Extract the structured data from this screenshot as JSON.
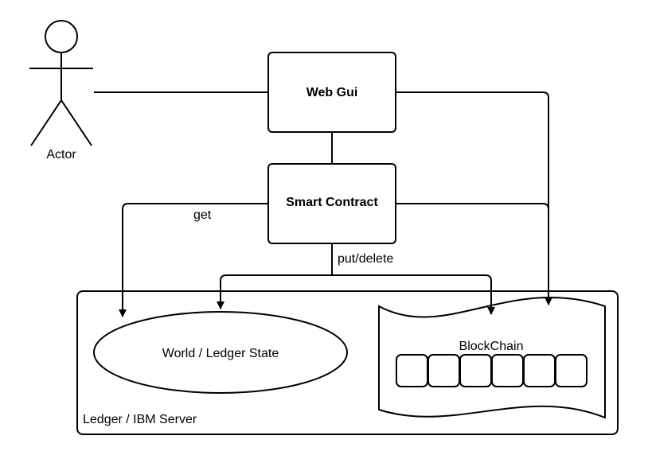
{
  "colors": {
    "stroke": "#000000",
    "background": "#ffffff"
  },
  "actor": {
    "label": "Actor",
    "icon": "stick-figure-icon"
  },
  "web_gui": {
    "label": "Web Gui"
  },
  "smart_contract": {
    "label": "Smart Contract"
  },
  "ledger_server": {
    "label": "Ledger / IBM Server"
  },
  "world_state": {
    "label": "World / Ledger State"
  },
  "blockchain": {
    "label": "BlockChain",
    "block_count": 6
  },
  "edge_labels": {
    "get": "get",
    "put_delete": "put/delete"
  }
}
